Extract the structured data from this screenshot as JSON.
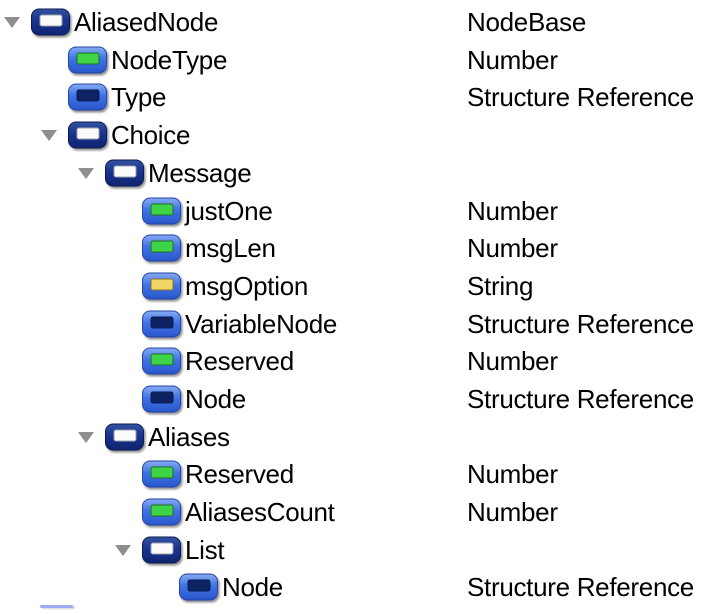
{
  "tree": {
    "rows": [
      {
        "name": "AliasedNode",
        "type": "NodeBase",
        "level": 0,
        "expandable": true,
        "expanded": true,
        "icon": "structure-icon"
      },
      {
        "name": "NodeType",
        "type": "Number",
        "level": 1,
        "expandable": false,
        "expanded": false,
        "icon": "number-field-icon"
      },
      {
        "name": "Type",
        "type": "Structure Reference",
        "level": 1,
        "expandable": false,
        "expanded": false,
        "icon": "structure-reference-icon"
      },
      {
        "name": "Choice",
        "type": "",
        "level": 1,
        "expandable": true,
        "expanded": true,
        "icon": "structure-icon"
      },
      {
        "name": "Message",
        "type": "",
        "level": 2,
        "expandable": true,
        "expanded": true,
        "icon": "structure-icon"
      },
      {
        "name": "justOne",
        "type": "Number",
        "level": 3,
        "expandable": false,
        "expanded": false,
        "icon": "number-field-icon"
      },
      {
        "name": "msgLen",
        "type": "Number",
        "level": 3,
        "expandable": false,
        "expanded": false,
        "icon": "number-field-icon"
      },
      {
        "name": "msgOption",
        "type": "String",
        "level": 3,
        "expandable": false,
        "expanded": false,
        "icon": "string-field-icon"
      },
      {
        "name": "VariableNode",
        "type": "Structure Reference",
        "level": 3,
        "expandable": false,
        "expanded": false,
        "icon": "structure-reference-icon"
      },
      {
        "name": "Reserved",
        "type": "Number",
        "level": 3,
        "expandable": false,
        "expanded": false,
        "icon": "number-field-icon"
      },
      {
        "name": "Node",
        "type": "Structure Reference",
        "level": 3,
        "expandable": false,
        "expanded": false,
        "icon": "structure-reference-icon"
      },
      {
        "name": "Aliases",
        "type": "",
        "level": 2,
        "expandable": true,
        "expanded": true,
        "icon": "structure-icon"
      },
      {
        "name": "Reserved",
        "type": "Number",
        "level": 3,
        "expandable": false,
        "expanded": false,
        "icon": "number-field-icon"
      },
      {
        "name": "AliasesCount",
        "type": "Number",
        "level": 3,
        "expandable": false,
        "expanded": false,
        "icon": "number-field-icon"
      },
      {
        "name": "List",
        "type": "",
        "level": 3,
        "expandable": true,
        "expanded": true,
        "icon": "structure-icon"
      },
      {
        "name": "Node",
        "type": "Structure Reference",
        "level": 4,
        "expandable": false,
        "expanded": false,
        "icon": "structure-reference-icon"
      }
    ],
    "clipped_next_row_indicator": true
  },
  "icon_legend": {
    "structure-icon": "dark navy rounded badge with white inner bar (structure node)",
    "number-field-icon": "blue gradient badge with green inner bar (Number field)",
    "string-field-icon": "blue gradient badge with yellow inner bar (String field)",
    "structure-reference-icon": "blue gradient badge with navy inner bar (Structure Reference field)",
    "disclosure-triangle-icon": "gray downward triangle (expanded)"
  },
  "colors": {
    "background": "#ffffff",
    "text": "#000000",
    "triangle": "#8e8e8e",
    "structure_icon_outer": "#1b3590",
    "field_icon_outer_top": "#84a9f2",
    "field_icon_outer_bottom": "#2a57cd",
    "number_inner": "#3fd348",
    "string_inner": "#f3d565",
    "structure_ref_inner": "#0d2363",
    "structure_inner": "#fbfbfb",
    "clipped_icon_sliver": "#9dabf2"
  }
}
